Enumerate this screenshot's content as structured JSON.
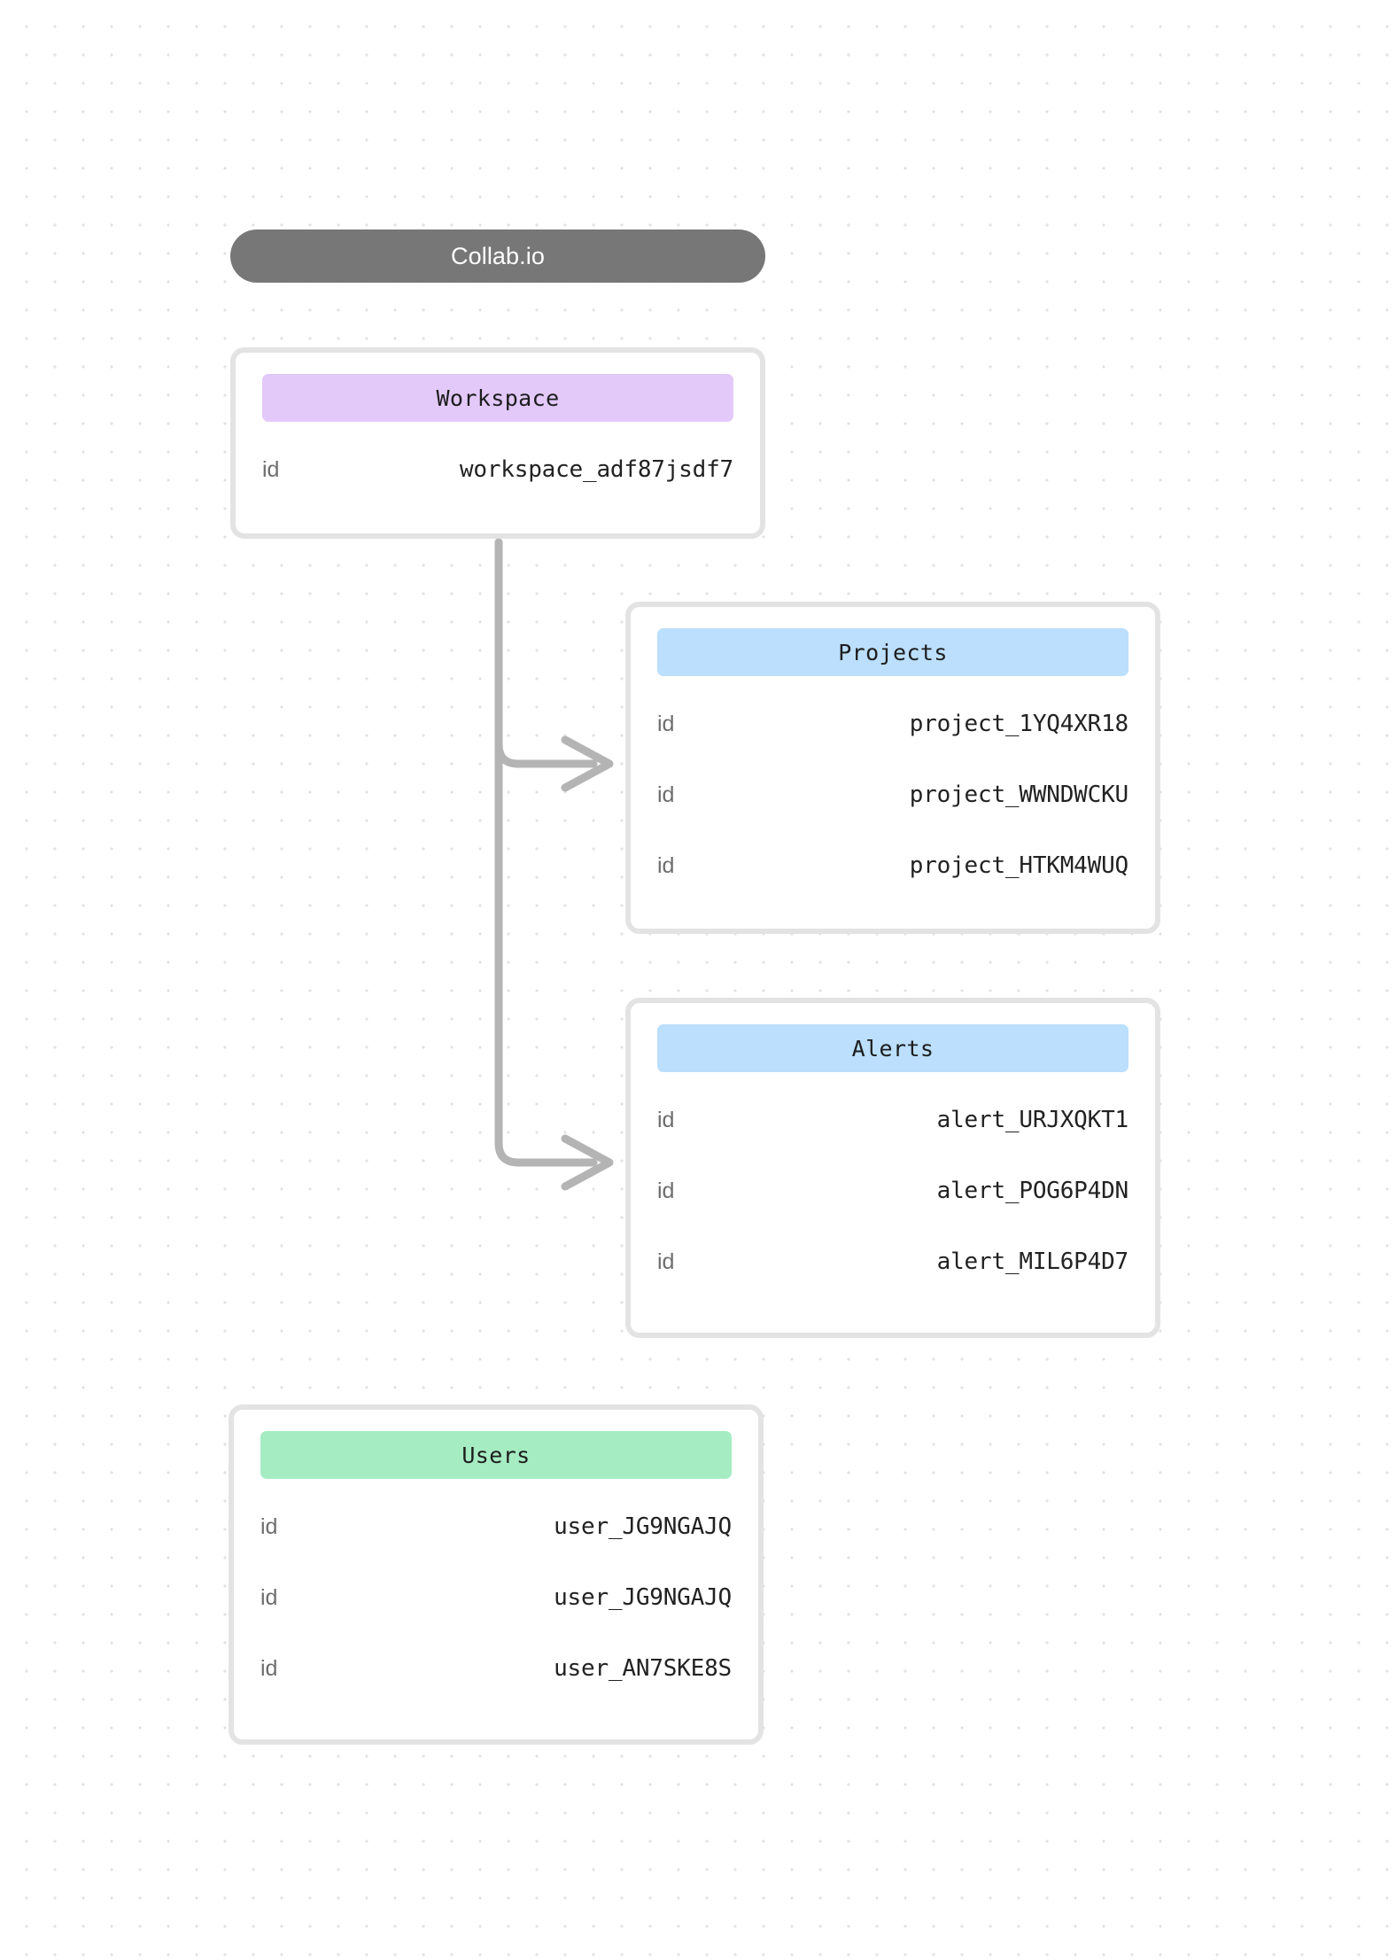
{
  "header": {
    "title": "Collab.io"
  },
  "colors": {
    "canvas_background": "#ffffff",
    "grid_dot": "#e2e2e2",
    "title_pill": "#777777",
    "title_text": "#ffffff",
    "card_border": "#e3e3e3",
    "card_background": "#ffffff",
    "header_purple": "#e3c9fa",
    "header_blue": "#bbdffc",
    "header_green": "#a6ecc3",
    "connector": "#b4b4b4",
    "key_text": "#6d6d6d",
    "value_text": "#222222"
  },
  "entities": [
    {
      "id": "workspace",
      "name": "Workspace",
      "accent": "#e3c9fa",
      "rows": [
        {
          "key": "id",
          "value": "workspace_adf87jsdf7"
        }
      ]
    },
    {
      "id": "projects",
      "name": "Projects",
      "accent": "#bbdffc",
      "rows": [
        {
          "key": "id",
          "value": "project_1YQ4XR18"
        },
        {
          "key": "id",
          "value": "project_WWNDWCKU"
        },
        {
          "key": "id",
          "value": "project_HTKM4WUQ"
        }
      ]
    },
    {
      "id": "alerts",
      "name": "Alerts",
      "accent": "#bbdffc",
      "rows": [
        {
          "key": "id",
          "value": "alert_URJXQKT1"
        },
        {
          "key": "id",
          "value": "alert_POG6P4DN"
        },
        {
          "key": "id",
          "value": "alert_MIL6P4D7"
        }
      ]
    },
    {
      "id": "users",
      "name": "Users",
      "accent": "#a6ecc3",
      "rows": [
        {
          "key": "id",
          "value": "user_JG9NGAJQ"
        },
        {
          "key": "id",
          "value": "user_JG9NGAJQ"
        },
        {
          "key": "id",
          "value": "user_AN7SKE8S"
        }
      ]
    }
  ],
  "connections": [
    {
      "from": "workspace",
      "to": "projects"
    },
    {
      "from": "workspace",
      "to": "alerts"
    }
  ]
}
